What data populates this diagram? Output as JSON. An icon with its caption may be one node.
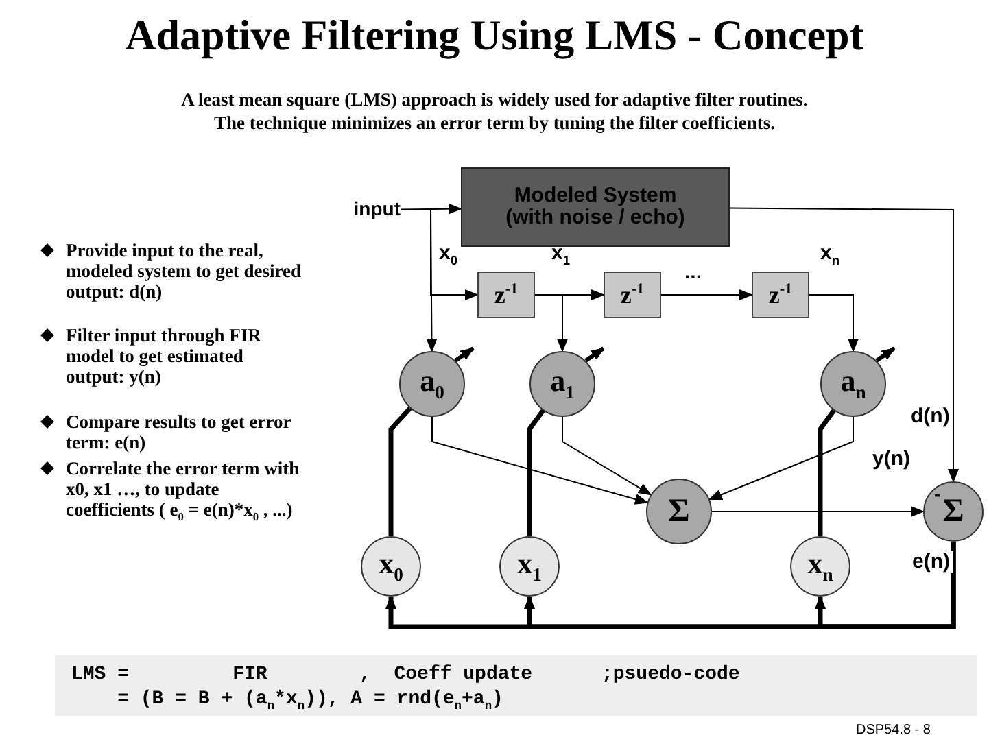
{
  "diagram": {
    "title": "Adaptive Filtering Using LMS - Concept",
    "nodes": [
      {
        "text": [
          "input"
        ]
      },
      {
        "text": [
          "Modeled System (with noise / echo)"
        ]
      },
      {
        "text": [
          "z$^{-1}$"
        ]
      },
      {
        "text": [
          "z$^{-1}$"
        ]
      },
      {
        "text": [
          "z$^{-1}$"
        ]
      },
      {
        "text": [
          "a$_{0}$"
        ]
      },
      {
        "text": [
          "a$_{1}$"
        ]
      },
      {
        "text": [
          "a$_{n}$"
        ]
      },
      {
        "text": [
          "Σ"
        ]
      },
      {
        "text": [
          "Σ"
        ]
      },
      {
        "text": [
          "x$_{0}$"
        ]
      },
      {
        "text": [
          "x$_{1}$"
        ]
      },
      {
        "text": [
          "x$_{n}$"
        ]
      }
    ],
    "edges": [
      {
        "from": 0,
        "to": 1,
        "arrow": "to"
      },
      {
        "from": 0,
        "to": 2,
        "arrow": "to",
        "label": "x$_{0}$"
      },
      {
        "from": 0,
        "to": 5,
        "arrow": "to"
      },
      {
        "from": 2,
        "to": 3,
        "arrow": "to",
        "label": "x$_{1}$"
      },
      {
        "from": 2,
        "to": 6,
        "arrow": "to"
      },
      {
        "from": 3,
        "to": 4,
        "arrow": "to",
        "label": "..."
      },
      {
        "from": 4,
        "to": 7,
        "arrow": "to",
        "label": "x$_{n}$"
      },
      {
        "from": 5,
        "to": 8,
        "arrow": "to"
      },
      {
        "from": 6,
        "to": 8,
        "arrow": "to"
      },
      {
        "from": 7,
        "to": 8,
        "arrow": "to"
      },
      {
        "from": 1,
        "to": 9,
        "arrow": "to",
        "label": "d(n)"
      },
      {
        "from": 8,
        "to": 9,
        "arrow": "to",
        "label": "y(n)"
      },
      {
        "from": 9,
        "to": 10,
        "arrow": "to",
        "style": "thick",
        "label": "e(n)"
      },
      {
        "from": 9,
        "to": 11,
        "arrow": "to",
        "style": "thick"
      },
      {
        "from": 9,
        "to": 12,
        "arrow": "to",
        "style": "thick"
      },
      {
        "from": 10,
        "to": 5,
        "arrow": "none",
        "style": "thick"
      },
      {
        "from": 11,
        "to": 6,
        "arrow": "none",
        "style": "thick"
      },
      {
        "from": 12,
        "to": 7,
        "arrow": "none",
        "style": "thick"
      }
    ],
    "labels": [
      "A least mean square (LMS) approach is widely used for adaptive filter routines.",
      "The technique minimizes an error term by tuning the filter coefficients.",
      "Provide input to the real, modeled system to get desired output: d(n)",
      "Filter input through FIR model to get estimated output: y(n)",
      "Compare results to get error term: e(n)",
      "Correlate the error term with x0, x1 …, to update coefficients ( e$_{0}$ = e(n)*x$_{0}$ , ...)",
      "-",
      "LMS =         FIR        ,  Coeff update      ;psuedo-code",
      "    = (B = B + (a$_{n}$*x$_{n}$)), A = rnd(e$_{n}$+a$_{n}$)",
      "DSP54.8 - 8"
    ]
  }
}
